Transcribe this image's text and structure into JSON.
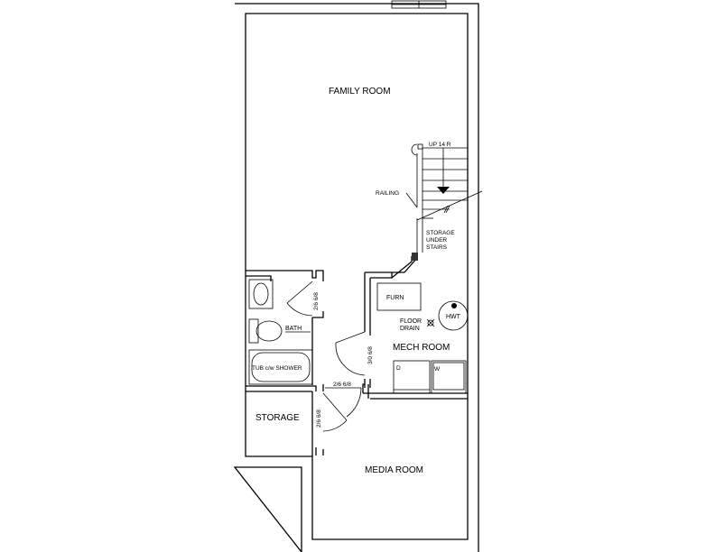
{
  "rooms": {
    "family_room": "FAMILY ROOM",
    "storage_under_stairs": [
      "STORAGE",
      "UNDER",
      "STAIRS"
    ],
    "furnace": "FURN",
    "floor_drain": [
      "FLOOR",
      "DRAIN"
    ],
    "hwt": "HWT",
    "mech_room": "MECH ROOM",
    "bath": "BATH",
    "tub_shower": "TUB c/w SHOWER",
    "storage": "STORAGE",
    "media_room": "MEDIA ROOM",
    "dryer": "D",
    "washer": "W"
  },
  "stairs": {
    "up_label": "UP 14 R",
    "railing_label": "RAILING"
  },
  "doors": {
    "bath_door": "2/6 6/8",
    "mech_door": "3/0 6/8",
    "hall_door": "2/6 6/8",
    "storage_door": "2/6 6/8"
  }
}
